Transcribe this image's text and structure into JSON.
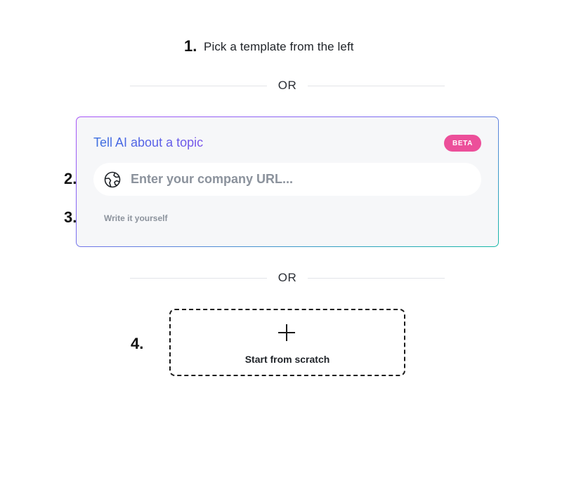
{
  "steps": {
    "one": {
      "number": "1.",
      "text": "Pick a template from the left"
    },
    "two": {
      "number": "2."
    },
    "three": {
      "number": "3."
    },
    "four": {
      "number": "4."
    }
  },
  "dividers": {
    "first": "OR",
    "second": "OR"
  },
  "ai_card": {
    "title": "Tell AI about a topic",
    "badge": "BETA",
    "url_input": {
      "value": "",
      "placeholder": "Enter your company URL..."
    },
    "write_link": "Write it yourself",
    "icon": "globe-icon",
    "badge_color": "#ec4f9a"
  },
  "scratch": {
    "label": "Start from scratch",
    "icon": "plus-icon"
  }
}
